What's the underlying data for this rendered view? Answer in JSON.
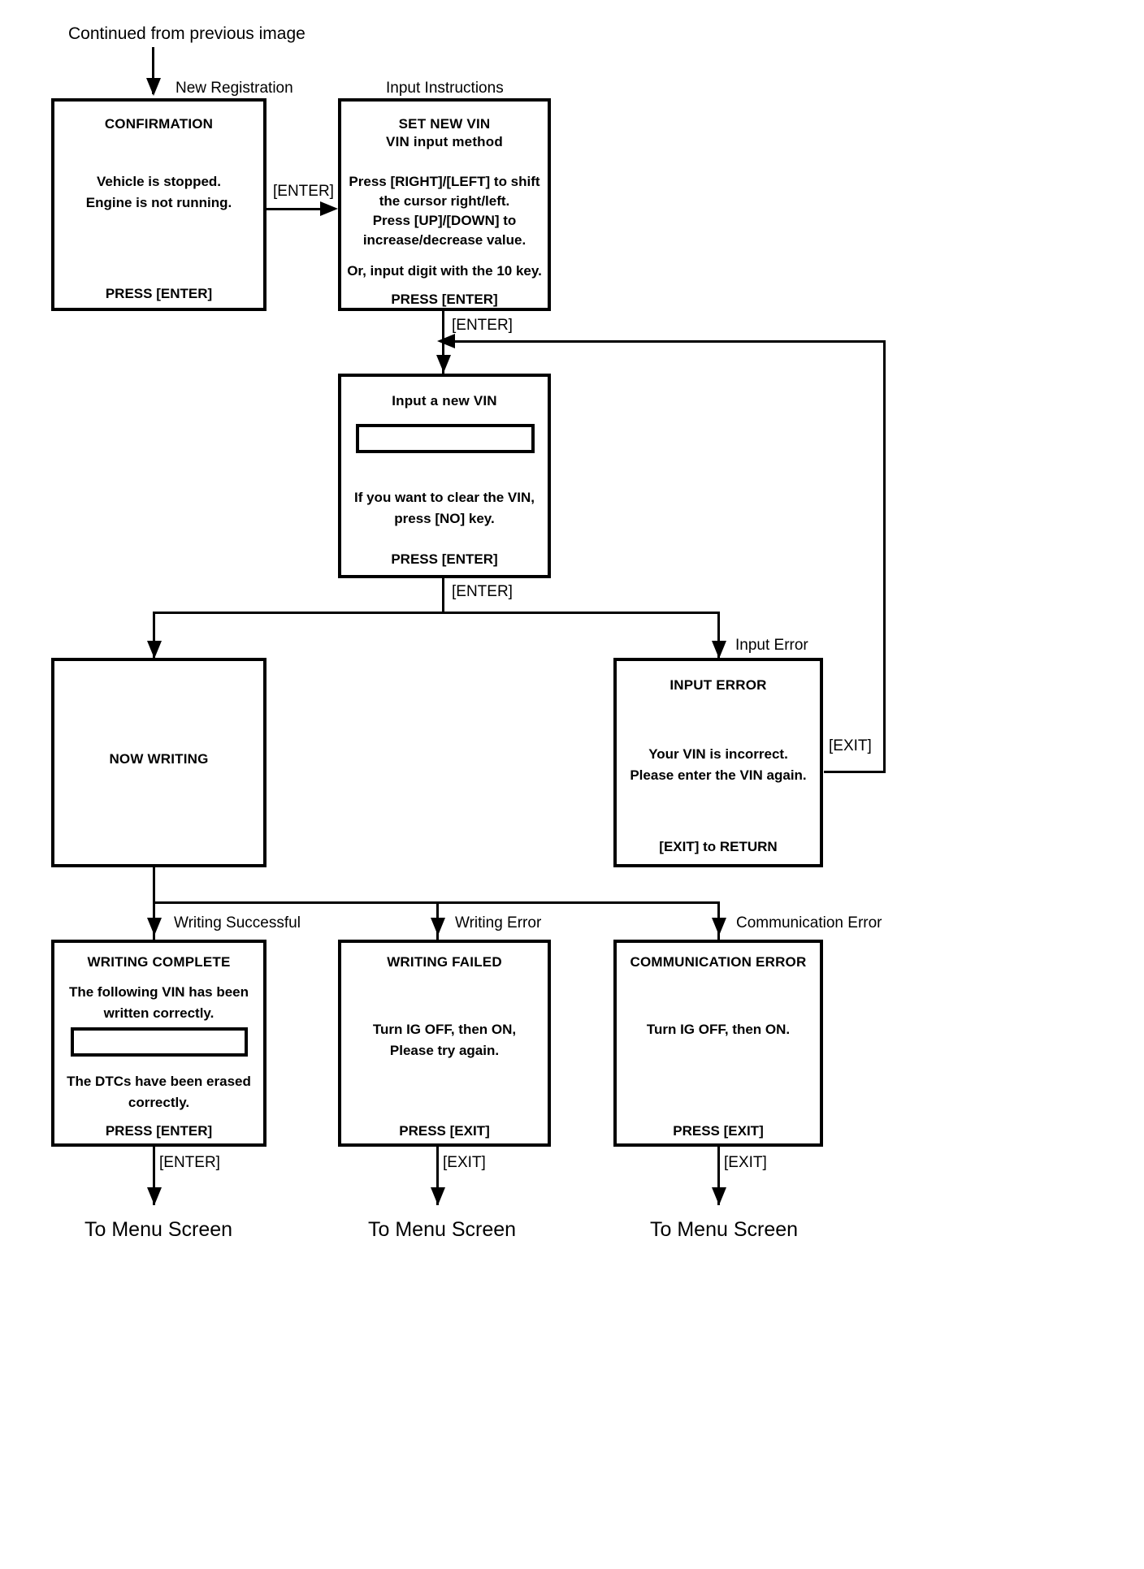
{
  "diagram": {
    "top_note": "Continued from previous  image",
    "captions": {
      "new_registration": "New Registration",
      "input_instructions": "Input Instructions",
      "input_error": "Input Error",
      "writing_successful": "Writing Successful",
      "writing_error": "Writing Error",
      "communication_error": "Communication Error"
    },
    "edge_labels": {
      "enter_confirm_to_instr": "[ENTER]",
      "enter_instr_to_vin": "[ENTER]",
      "enter_vin_to_branch": "[ENTER]",
      "exit_loopback": "[EXIT]",
      "enter_complete_to_menu": "[ENTER]",
      "exit_failed_to_menu": "[EXIT]",
      "exit_comm_to_menu": "[EXIT]"
    },
    "terminals": {
      "menu_1": "To Menu Screen",
      "menu_2": "To Menu Screen",
      "menu_3": "To Menu Screen"
    },
    "boxes": {
      "confirmation": {
        "title": "CONFIRMATION",
        "line1": "Vehicle is stopped.",
        "line2": "Engine is not running.",
        "footer": "PRESS [ENTER]"
      },
      "set_new_vin": {
        "title1": "SET NEW VIN",
        "title2": "VIN input method",
        "line1": "Press [RIGHT]/[LEFT] to shift",
        "line2": "the cursor right/left.",
        "line3": "Press [UP]/[DOWN] to",
        "line4": "increase/decrease value.",
        "line5": "Or, input digit with the 10 key.",
        "footer": "PRESS [ENTER]"
      },
      "input_new_vin": {
        "title": "Input a new VIN",
        "field_value": "",
        "line1": "If you want to clear the VIN,",
        "line2": "press [NO] key.",
        "footer": "PRESS [ENTER]"
      },
      "now_writing": {
        "title": "NOW WRITING"
      },
      "input_error": {
        "title": "INPUT ERROR",
        "line1": "Your VIN is incorrect.",
        "line2": "Please enter the VIN again.",
        "footer": "[EXIT] to RETURN"
      },
      "writing_complete": {
        "title": "WRITING COMPLETE",
        "line1": "The following VIN has been",
        "line2": "written correctly.",
        "field_value": "",
        "line3": "The DTCs have been erased",
        "line4": "correctly.",
        "footer": "PRESS [ENTER]"
      },
      "writing_failed": {
        "title": "WRITING FAILED",
        "line1": "Turn IG OFF, then ON,",
        "line2": "Please try again.",
        "footer": "PRESS [EXIT]"
      },
      "communication_error": {
        "title": "COMMUNICATION ERROR",
        "line1": "Turn IG OFF, then ON.",
        "footer": "PRESS [EXIT]"
      }
    },
    "colors": {
      "ink": "#000000",
      "paper": "#ffffff"
    }
  }
}
